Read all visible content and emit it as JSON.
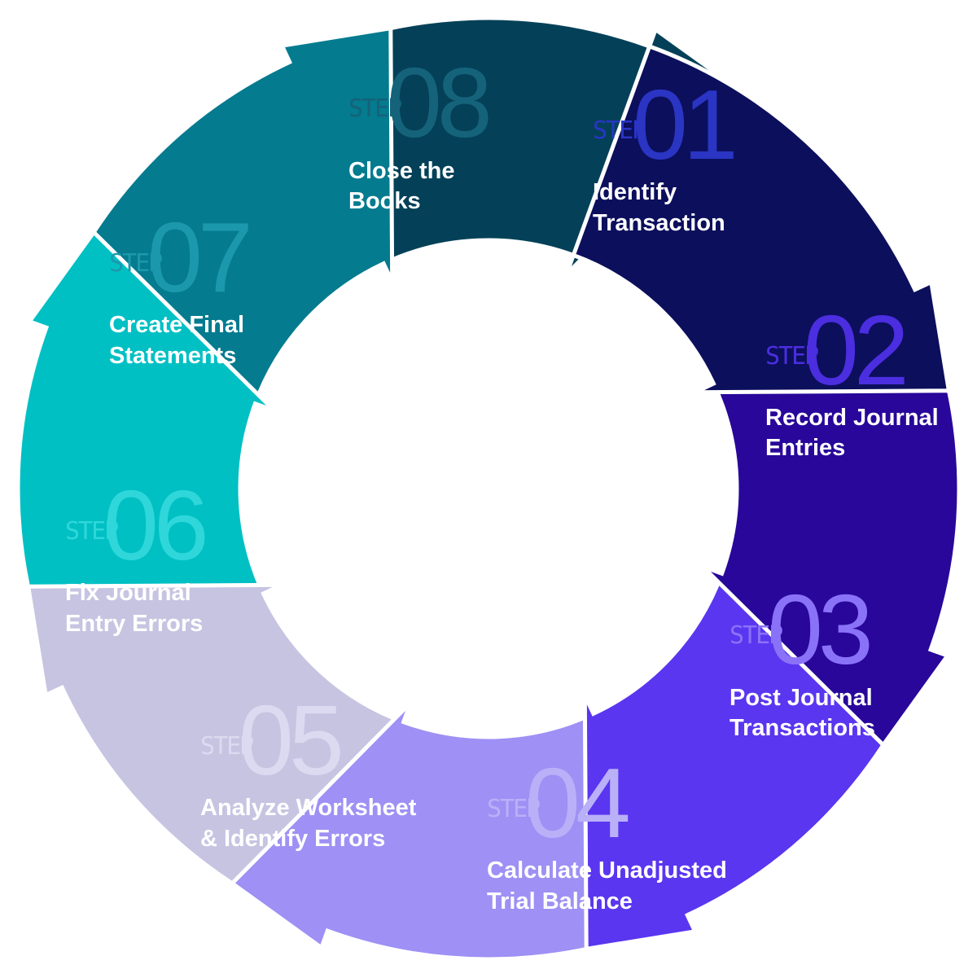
{
  "steps": [
    {
      "word": "STEP",
      "number": "01",
      "lines": [
        "Identify",
        "Transaction"
      ],
      "color": "#0c0f5c",
      "accent": "#2a35c4"
    },
    {
      "word": "STEP",
      "number": "02",
      "lines": [
        "Record Journal",
        "Entries"
      ],
      "color": "#28079a",
      "accent": "#4b2ee0"
    },
    {
      "word": "STEP",
      "number": "03",
      "lines": [
        "Post Journal",
        "Transactions"
      ],
      "color": "#5a36f0",
      "accent": "#8a72f8"
    },
    {
      "word": "STEP",
      "number": "04",
      "lines": [
        "Calculate Unadjusted",
        "Trial Balance"
      ],
      "color": "#9e90f4",
      "accent": "#b9b0f8"
    },
    {
      "word": "STEP",
      "number": "05",
      "lines": [
        "Analyze Worksheet",
        "& Identify Errors"
      ],
      "color": "#c7c4e2",
      "accent": "#dcdaf0"
    },
    {
      "word": "STEP",
      "number": "06",
      "lines": [
        "Fix Journal",
        "Entry Errors"
      ],
      "color": "#00c0c4",
      "accent": "#2fd7da"
    },
    {
      "word": "STEP",
      "number": "07",
      "lines": [
        "Create Final",
        "Statements"
      ],
      "color": "#047b8f",
      "accent": "#1c98ac"
    },
    {
      "word": "STEP",
      "number": "08",
      "lines": [
        "Close the",
        "Books"
      ],
      "color": "#044158",
      "accent": "#15637a"
    }
  ]
}
